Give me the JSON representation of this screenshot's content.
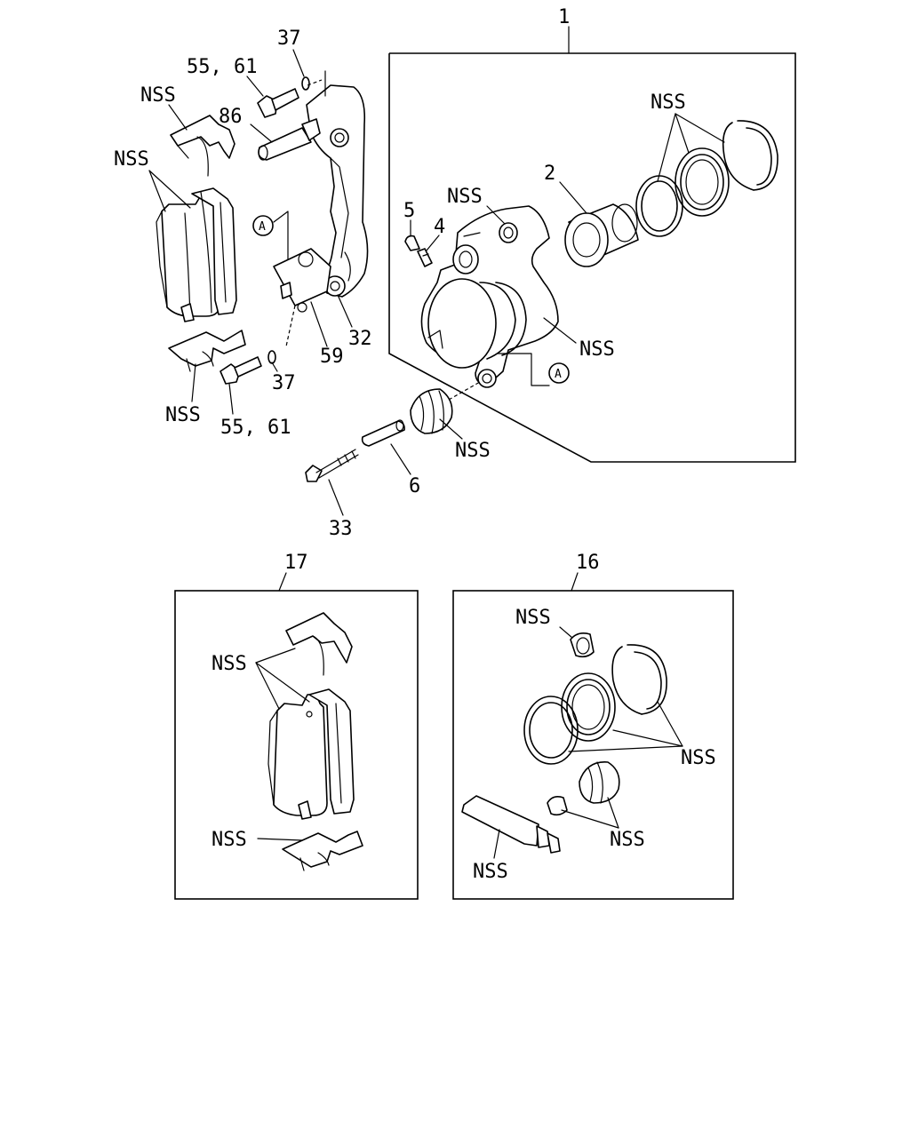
{
  "labels": {
    "assy_caliper": "1",
    "piston": "2",
    "bleeder": "4",
    "cap": "5",
    "sleeve": "6",
    "kit_seal": "16",
    "kit_pad": "17",
    "bracket": "32",
    "bolt_33": "33",
    "washer_top": "37",
    "washer_bot": "37",
    "bolt_top": "55, 61",
    "bolt_bot": "55, 61",
    "shim": "59",
    "pin": "86",
    "nss": "NSS",
    "ref_a": "A"
  }
}
